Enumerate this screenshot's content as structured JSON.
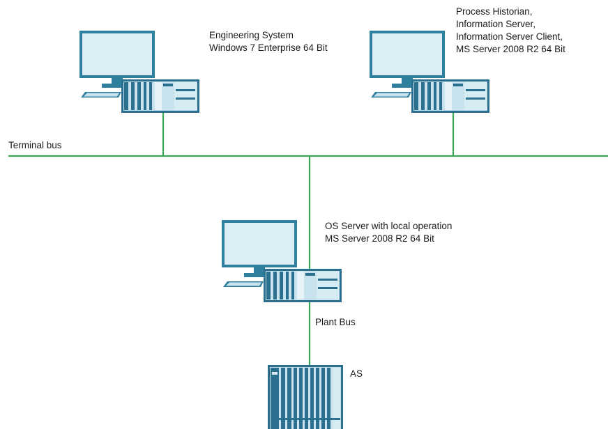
{
  "colors": {
    "bus_line": "#3aa655",
    "monitor_frame": "#2f7f9f",
    "monitor_screen": "#dbeef6",
    "pc_dark": "#2b6f8e",
    "pc_light": "#c9e3ee"
  },
  "buses": {
    "terminal": "Terminal bus",
    "plant": "Plant Bus"
  },
  "nodes": {
    "engineering": {
      "icon": "workstation-icon",
      "lines": [
        "Engineering System",
        "Windows 7 Enterprise 64 Bit"
      ]
    },
    "historian": {
      "icon": "workstation-icon",
      "lines": [
        "Process Historian,",
        "Information Server,",
        "Information Server Client,",
        "MS Server 2008 R2 64 Bit"
      ]
    },
    "os_server": {
      "icon": "workstation-icon",
      "lines": [
        "OS Server with local operation",
        "MS Server 2008 R2 64 Bit"
      ]
    },
    "as": {
      "icon": "automation-system-icon",
      "lines": [
        "AS"
      ]
    }
  }
}
